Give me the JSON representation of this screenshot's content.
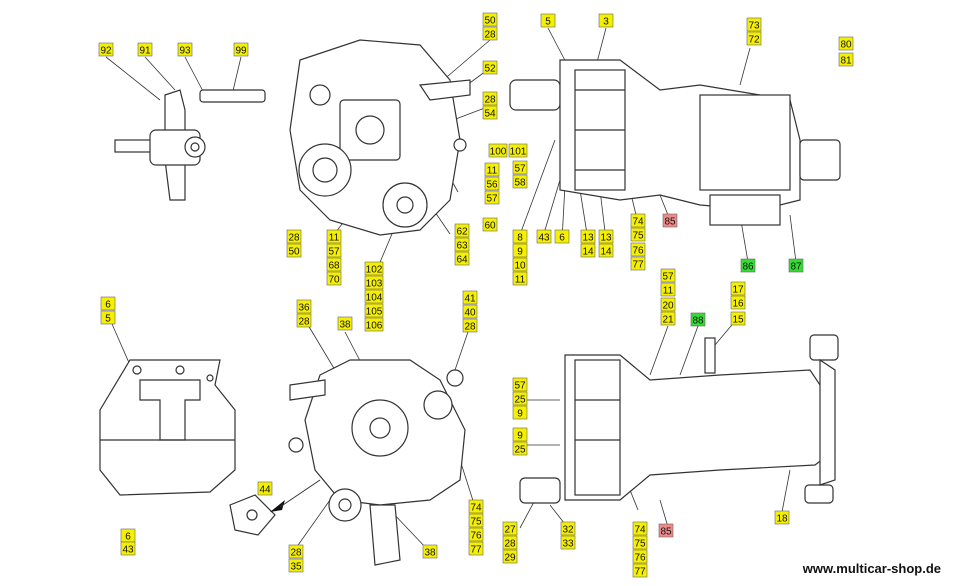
{
  "footer": {
    "website": "www.multicar-shop.de"
  },
  "colors": {
    "label_default": "#f4f000",
    "label_red": "#f08a8a",
    "label_green": "#33dd33",
    "line": "#222222"
  },
  "labels": [
    {
      "id": "92",
      "color": "yellow"
    },
    {
      "id": "91",
      "color": "yellow"
    },
    {
      "id": "93",
      "color": "yellow"
    },
    {
      "id": "99",
      "color": "yellow"
    },
    {
      "id": "50",
      "color": "yellow"
    },
    {
      "id": "28",
      "color": "yellow"
    },
    {
      "id": "52",
      "color": "yellow"
    },
    {
      "id": "28",
      "color": "yellow"
    },
    {
      "id": "54",
      "color": "yellow"
    },
    {
      "id": "100",
      "color": "yellow"
    },
    {
      "id": "101",
      "color": "yellow"
    },
    {
      "id": "57",
      "color": "yellow"
    },
    {
      "id": "58",
      "color": "yellow"
    },
    {
      "id": "11",
      "color": "yellow"
    },
    {
      "id": "56",
      "color": "yellow"
    },
    {
      "id": "57",
      "color": "yellow"
    },
    {
      "id": "60",
      "color": "yellow"
    },
    {
      "id": "62",
      "color": "yellow"
    },
    {
      "id": "63",
      "color": "yellow"
    },
    {
      "id": "64",
      "color": "yellow"
    },
    {
      "id": "28",
      "color": "yellow"
    },
    {
      "id": "50",
      "color": "yellow"
    },
    {
      "id": "11",
      "color": "yellow"
    },
    {
      "id": "57",
      "color": "yellow"
    },
    {
      "id": "68",
      "color": "yellow"
    },
    {
      "id": "70",
      "color": "yellow"
    },
    {
      "id": "102",
      "color": "yellow"
    },
    {
      "id": "103",
      "color": "yellow"
    },
    {
      "id": "104",
      "color": "yellow"
    },
    {
      "id": "105",
      "color": "yellow"
    },
    {
      "id": "106",
      "color": "yellow"
    },
    {
      "id": "5",
      "color": "yellow"
    },
    {
      "id": "3",
      "color": "yellow"
    },
    {
      "id": "73",
      "color": "yellow"
    },
    {
      "id": "72",
      "color": "yellow"
    },
    {
      "id": "80",
      "color": "yellow"
    },
    {
      "id": "81",
      "color": "yellow"
    },
    {
      "id": "85",
      "color": "red"
    },
    {
      "id": "74",
      "color": "yellow"
    },
    {
      "id": "75",
      "color": "yellow"
    },
    {
      "id": "76",
      "color": "yellow"
    },
    {
      "id": "77",
      "color": "yellow"
    },
    {
      "id": "8",
      "color": "yellow"
    },
    {
      "id": "9",
      "color": "yellow"
    },
    {
      "id": "10",
      "color": "yellow"
    },
    {
      "id": "11",
      "color": "yellow"
    },
    {
      "id": "43",
      "color": "yellow"
    },
    {
      "id": "6",
      "color": "yellow"
    },
    {
      "id": "13",
      "color": "yellow"
    },
    {
      "id": "14",
      "color": "yellow"
    },
    {
      "id": "13",
      "color": "yellow"
    },
    {
      "id": "14",
      "color": "yellow"
    },
    {
      "id": "86",
      "color": "green"
    },
    {
      "id": "87",
      "color": "green"
    },
    {
      "id": "6",
      "color": "yellow"
    },
    {
      "id": "5",
      "color": "yellow"
    },
    {
      "id": "6",
      "color": "yellow"
    },
    {
      "id": "43",
      "color": "yellow"
    },
    {
      "id": "36",
      "color": "yellow"
    },
    {
      "id": "28",
      "color": "yellow"
    },
    {
      "id": "38",
      "color": "yellow"
    },
    {
      "id": "41",
      "color": "yellow"
    },
    {
      "id": "40",
      "color": "yellow"
    },
    {
      "id": "28",
      "color": "yellow"
    },
    {
      "id": "44",
      "color": "yellow"
    },
    {
      "id": "28",
      "color": "yellow"
    },
    {
      "id": "35",
      "color": "yellow"
    },
    {
      "id": "38",
      "color": "yellow"
    },
    {
      "id": "74",
      "color": "yellow"
    },
    {
      "id": "75",
      "color": "yellow"
    },
    {
      "id": "76",
      "color": "yellow"
    },
    {
      "id": "77",
      "color": "yellow"
    },
    {
      "id": "57",
      "color": "yellow"
    },
    {
      "id": "11",
      "color": "yellow"
    },
    {
      "id": "20",
      "color": "yellow"
    },
    {
      "id": "21",
      "color": "yellow"
    },
    {
      "id": "88",
      "color": "green"
    },
    {
      "id": "17",
      "color": "yellow"
    },
    {
      "id": "16",
      "color": "yellow"
    },
    {
      "id": "15",
      "color": "yellow"
    },
    {
      "id": "57",
      "color": "yellow"
    },
    {
      "id": "25",
      "color": "yellow"
    },
    {
      "id": "9",
      "color": "yellow"
    },
    {
      "id": "9",
      "color": "yellow"
    },
    {
      "id": "25",
      "color": "yellow"
    },
    {
      "id": "27",
      "color": "yellow"
    },
    {
      "id": "28",
      "color": "yellow"
    },
    {
      "id": "29",
      "color": "yellow"
    },
    {
      "id": "32",
      "color": "yellow"
    },
    {
      "id": "33",
      "color": "yellow"
    },
    {
      "id": "74",
      "color": "yellow"
    },
    {
      "id": "75",
      "color": "yellow"
    },
    {
      "id": "76",
      "color": "yellow"
    },
    {
      "id": "77",
      "color": "yellow"
    },
    {
      "id": "85",
      "color": "red"
    },
    {
      "id": "18",
      "color": "yellow"
    }
  ]
}
